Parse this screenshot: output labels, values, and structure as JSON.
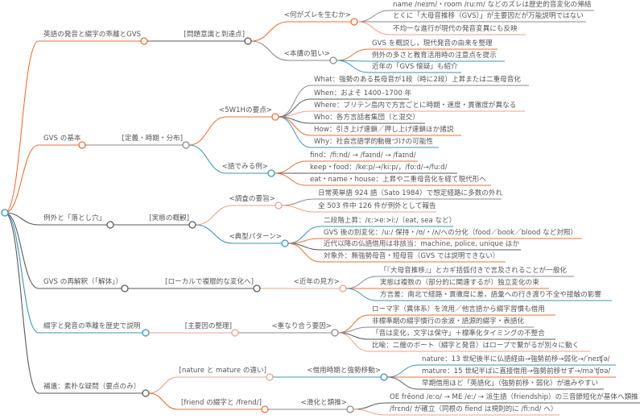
{
  "mindmap": {
    "branches": [
      {
        "label": "英語の発音と綴字の乖離とGVS",
        "children": [
          {
            "label": "[問題意識と到達点]",
            "children": [
              {
                "label": "<何がズレを生むか>",
                "leaves": [
                  "name /neɪm/・room /ruːm/ などのズレは歴史的音変化の帰結",
                  "とくに「大母音推移（GVS）」が主要因だが万能説明ではない",
                  "不均一な進行が現代の発音変異にも反映"
                ]
              },
              {
                "label": "<本講の狙い>",
                "leaves": [
                  "GVS を概説し，現代発音の由来を整理",
                  "例外の多さと教育活用時の注意点を提示",
                  "近年の「GVS 懐疑」も紹介"
                ]
              }
            ]
          }
        ]
      },
      {
        "label": "GVS の基本",
        "children": [
          {
            "label": "[定義・時期・分布]",
            "children": [
              {
                "label": "<5W1Hの要点>",
                "leaves": [
                  "What：強勢のある長母音が1段（時に2段）上昇または二重母音化",
                  "When：およそ 1400–1700 年",
                  "Where：ブリテン島内で方言ごとに時期・速度・貫徹度が異なる",
                  "Who：各方言話者集団（と混交）",
                  "How：引き上げ連鎖／押し上げ連鎖ほか諸説",
                  "Why：社会言語学的動機づけの可能性"
                ]
              },
              {
                "label": "<語でみる例>",
                "leaves": [
                  "find：/fiːnd/ → /faɪnd/ → /faɪnd/",
                  "keep・food：/keːp/→/kiːp/，/foːd/→/fuːd/",
                  "eat・name・house：上昇や二重母音化を経て現代形へ"
                ]
              }
            ]
          }
        ]
      },
      {
        "label": "例外と「落とし穴」",
        "children": [
          {
            "label": "[実態の概観]",
            "children": [
              {
                "label": "<調査の要旨>",
                "leaves": [
                  "日常英単語 924 語（Sato 1984）で想定経路に多数の外れ",
                  "全 503 件中 126 件が例外として報告"
                ]
              },
              {
                "label": "<典型パターン>",
                "leaves": [
                  "二段階上昇：/ɛː>eː>iː/（eat, sea など）",
                  "GVS 後の別変化：/uː/ 保持・/ʊ/・/ʌ/への分化（food／book／blood など対照）",
                  "近代以降の仏語借用は非該当：machine, police, unique ほか",
                  "対象外：無強勢母音・短母音（GVS では説明できない）"
                ]
              }
            ]
          }
        ]
      },
      {
        "label": "GVS の再解釈（「解体」）",
        "children": [
          {
            "label": "[ローカルで複層的な変化へ]",
            "children": [
              {
                "label": "<近年の見方>",
                "leaves": [
                  "「『大母音推移』」とカギ括弧付きで言及されることが一般化",
                  "実態は複数の（部分的に関連するが）独立変化の束",
                  "方言差：南北で経路・貫徹度に差，語彙への行き渡り不全や接触の影響"
                ]
              }
            ]
          }
        ]
      },
      {
        "label": "綴字と発音の乖離を歴史で説明",
        "children": [
          {
            "label": "[主要因の整理]",
            "children": [
              {
                "label": "<重なり合う要因>",
                "leaves": [
                  "ローマ字（異体系）を流用／他言語から綴字習慣も借用",
                  "非標準期の綴字慣行の余波・語源的綴字・表語化",
                  "「音は変化，文字は保守」＋標準化タイミングの不整合",
                  "比喩：二艘のボート（綴字と発音）はロープで繋がるが別々に動く"
                ]
              }
            ]
          }
        ]
      },
      {
        "label": "補遺：素朴な疑問（要点のみ）",
        "children": [
          {
            "label": "[nature と mature の違い]",
            "children": [
              {
                "label": "<借用時期と強勢移動>",
                "leaves": [
                  "nature：13 世紀後半に仏語経由→強勢前移→弱化→/ˈneɪʧə/",
                  "mature：15 世紀半ばに直接借用→強勢前移せず→/məˈʧʊə/",
                  "早期借用ほど「英語化」（強勢前移・弱化）が進みやすい"
                ]
              }
            ]
          },
          {
            "label": "[friend の綴字と /frend/]",
            "children": [
              {
                "label": "<滑化と類推>",
                "leaves": [
                  "OE frēond /eːo/ → ME /eː/ → 派生語（friendship）の三音節短化が基体へ類推",
                  "/frɛnd/ が確立（同根の fiend は規則的に /fiːnd/ へ）"
                ]
              }
            ]
          }
        ]
      }
    ]
  },
  "colors": {
    "orange": "#e8703a",
    "salmon": "#eaa38f",
    "gray": "#8a8a8a",
    "dark": "#5a5a5a",
    "blue": "#3d93bb",
    "text": "#555555"
  }
}
